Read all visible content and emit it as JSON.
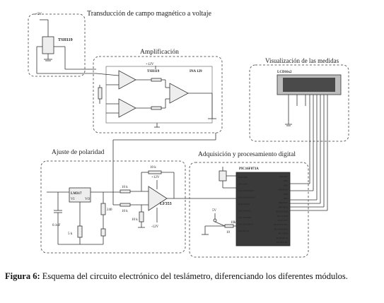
{
  "modules": {
    "transduction": "Transducción de campo magnético a voltaje",
    "amplification": "Amplificación",
    "display": "Visualización de las medidas",
    "polarity": "Ajuste de polaridad",
    "acquisition": "Adquisición y procesamiento digital"
  },
  "components": {
    "hall_sensor": "TSH119",
    "inst_amp_label": "TSH119",
    "ina": "INA 129",
    "lcd": "LCD16x2",
    "mcu": "PIC16F873A",
    "opamp": "LF353",
    "regulator": "LM317",
    "reg_pin_vi": "VI",
    "reg_pin_vo": "VO"
  },
  "values": {
    "vcc5": "+5V",
    "vplus12": "+12V",
    "vminus12": "-12V",
    "r10k": "10 k",
    "r240": "240",
    "r5k": "5 k",
    "c01": "0.1uF",
    "r_mcu": "10",
    "v5": "5V",
    "pot": "10k"
  },
  "mcu_pins_left": [
    "RA0/AN0",
    "RA1/AN1",
    "RA2/AN2/VREF-",
    "RA3/AN3/VREF+",
    "RA4/T0CKI",
    "RA5/AN4/SS",
    "OSC1/CLKIN",
    "OSC2/CLKOUT",
    "MCLR/Vpp"
  ],
  "mcu_pins_right": [
    "RB0/INT",
    "RB1",
    "RB2",
    "RB3/PGM",
    "RB4",
    "RB5",
    "RB6/PGC",
    "RB7/PGD",
    "RC0/T1OSO",
    "RC1/T1OSI",
    "RC2/CCP1",
    "RC3/SCK/SCL",
    "RC4/SDI/SDA",
    "RC5/SDO",
    "RC6/TX/CK",
    "RC7/RX/DT"
  ],
  "caption": {
    "label": "Figura 6:",
    "text": "Esquema del circuito electrónico del teslámetro, diferenciando los diferentes módulos."
  }
}
